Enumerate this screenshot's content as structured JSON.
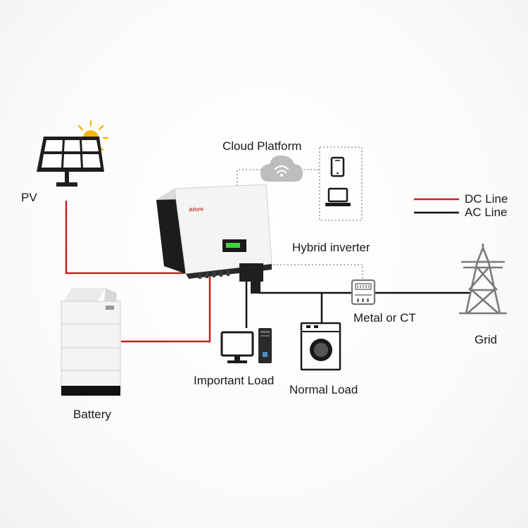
{
  "labels": {
    "pv": "PV",
    "cloud_platform": "Cloud Platform",
    "dc_line": "DC Line",
    "ac_line": "AC Line",
    "hybrid_inverter": "Hybrid inverter",
    "meter": "Metal or CT",
    "grid": "Grid",
    "important_load": "Important Load",
    "normal_load": "Normal Load",
    "battery": "Battery",
    "inverter_brand": "Afore"
  },
  "colors": {
    "dc_line": "#cc1f1f",
    "ac_line": "#111111",
    "dotted_link": "#9a9a9a",
    "sun": "#f2b705",
    "inverter_display": "#3fd13f"
  },
  "icons": [
    "solar-panel-icon",
    "sun-icon",
    "cloud-wifi-icon",
    "phone-icon",
    "laptop-icon",
    "inverter-icon",
    "battery-stack-icon",
    "monitor-icon",
    "router-icon",
    "washing-machine-icon",
    "meter-icon",
    "pylon-icon"
  ]
}
